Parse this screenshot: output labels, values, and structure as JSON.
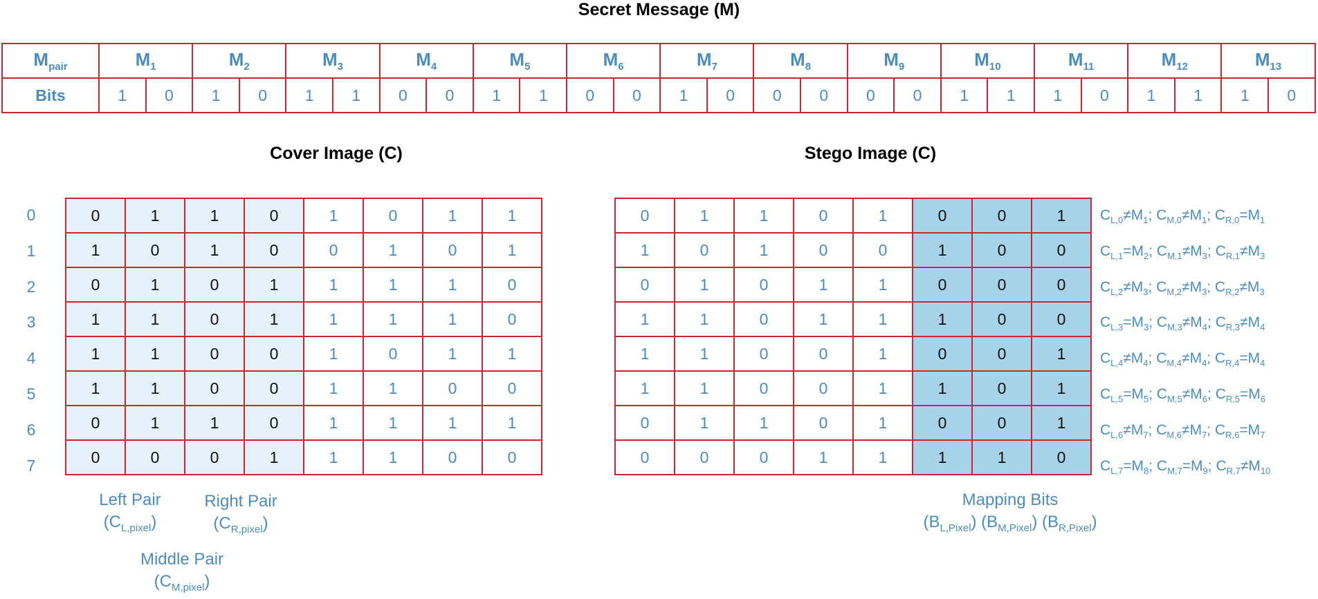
{
  "message": {
    "title": "Secret Message (M)",
    "row_label_main": "M",
    "row_label_sub": "pair",
    "bits_label": "Bits",
    "pair_prefix": "M",
    "pair_numbers": [
      "1",
      "2",
      "3",
      "4",
      "5",
      "6",
      "7",
      "8",
      "9",
      "10",
      "11",
      "12",
      "13"
    ],
    "bits": [
      "1",
      "0",
      "1",
      "0",
      "1",
      "1",
      "0",
      "0",
      "1",
      "1",
      "0",
      "0",
      "1",
      "0",
      "0",
      "0",
      "0",
      "0",
      "1",
      "1",
      "1",
      "0",
      "1",
      "1",
      "1",
      "0"
    ]
  },
  "cover": {
    "title": "Cover Image (C)",
    "row_indices": [
      "0",
      "1",
      "2",
      "3",
      "4",
      "5",
      "6",
      "7"
    ],
    "rows": [
      [
        "0",
        "1",
        "1",
        "0",
        "1",
        "0",
        "1",
        "1"
      ],
      [
        "1",
        "0",
        "1",
        "0",
        "0",
        "1",
        "0",
        "1"
      ],
      [
        "0",
        "1",
        "0",
        "1",
        "1",
        "1",
        "1",
        "0"
      ],
      [
        "1",
        "1",
        "0",
        "1",
        "1",
        "1",
        "1",
        "0"
      ],
      [
        "1",
        "1",
        "0",
        "0",
        "1",
        "0",
        "1",
        "1"
      ],
      [
        "1",
        "1",
        "0",
        "0",
        "1",
        "1",
        "0",
        "0"
      ],
      [
        "0",
        "1",
        "1",
        "0",
        "1",
        "1",
        "1",
        "1"
      ],
      [
        "0",
        "0",
        "0",
        "1",
        "1",
        "1",
        "0",
        "0"
      ]
    ],
    "left_pair_label": "Left Pair",
    "left_pair_sym": "C",
    "left_pair_sub": "L,pixel",
    "right_pair_label": "Right Pair",
    "right_pair_sym": "C",
    "right_pair_sub": "R,pixel",
    "middle_pair_label": "Middle Pair",
    "middle_pair_sym": "C",
    "middle_pair_sub": "M,pixel",
    "highlight_color": "#e5f2fa"
  },
  "stego": {
    "title": "Stego Image (C)",
    "rows": [
      [
        "0",
        "1",
        "1",
        "0",
        "1",
        "0",
        "0",
        "1"
      ],
      [
        "1",
        "0",
        "1",
        "0",
        "0",
        "1",
        "0",
        "0"
      ],
      [
        "0",
        "1",
        "0",
        "1",
        "1",
        "0",
        "0",
        "0"
      ],
      [
        "1",
        "1",
        "0",
        "1",
        "1",
        "1",
        "0",
        "0"
      ],
      [
        "1",
        "1",
        "0",
        "0",
        "1",
        "0",
        "0",
        "1"
      ],
      [
        "1",
        "1",
        "0",
        "0",
        "1",
        "1",
        "0",
        "1"
      ],
      [
        "0",
        "1",
        "1",
        "0",
        "1",
        "0",
        "0",
        "1"
      ],
      [
        "0",
        "0",
        "0",
        "1",
        "1",
        "1",
        "1",
        "0"
      ]
    ],
    "mapping_label": "Mapping Bits",
    "mapping_parts": [
      {
        "sym": "B",
        "sub": "L,Pixel"
      },
      {
        "sym": "B",
        "sub": "M,Pixel"
      },
      {
        "sym": "B",
        "sub": "R,Pixel"
      }
    ],
    "highlight_color": "#a6d3ea"
  },
  "rules": [
    [
      [
        "C",
        "L,0",
        "≠",
        "M",
        "1"
      ],
      [
        "C",
        "M,0",
        "≠",
        "M",
        "1"
      ],
      [
        "C",
        "R,0",
        "=",
        "M",
        "1"
      ]
    ],
    [
      [
        "C",
        "L,1",
        "=",
        "M",
        "2"
      ],
      [
        "C",
        "M,1",
        "≠",
        "M",
        "3"
      ],
      [
        "C",
        "R,1",
        "≠",
        "M",
        "3"
      ]
    ],
    [
      [
        "C",
        "L,2",
        "≠",
        "M",
        "3"
      ],
      [
        "C",
        "M,2",
        "≠",
        "M",
        "3"
      ],
      [
        "C",
        "R,2",
        "≠",
        "M",
        "3"
      ]
    ],
    [
      [
        "C",
        "L,3",
        "=",
        "M",
        "3"
      ],
      [
        "C",
        "M,3",
        "≠",
        "M",
        "4"
      ],
      [
        "C",
        "R,3",
        "≠",
        "M",
        "4"
      ]
    ],
    [
      [
        "C",
        "L,4",
        "≠",
        "M",
        "4"
      ],
      [
        "C",
        "M,4",
        "≠",
        "M",
        "4"
      ],
      [
        "C",
        "R,4",
        "=",
        "M",
        "4"
      ]
    ],
    [
      [
        "C",
        "L,5",
        "=",
        "M",
        "5"
      ],
      [
        "C",
        "M,5",
        "≠",
        "M",
        "6"
      ],
      [
        "C",
        "R,5",
        "=",
        "M",
        "6"
      ]
    ],
    [
      [
        "C",
        "L,6",
        "≠",
        "M",
        "7"
      ],
      [
        "C",
        "M,6",
        "≠",
        "M",
        "7"
      ],
      [
        "C",
        "R,6",
        "=",
        "M",
        "7"
      ]
    ],
    [
      [
        "C",
        "L,7",
        "=",
        "M",
        "8"
      ],
      [
        "C",
        "M,7",
        "=",
        "M",
        "9"
      ],
      [
        "C",
        "R,7",
        "≠",
        "M",
        "10"
      ]
    ]
  ]
}
